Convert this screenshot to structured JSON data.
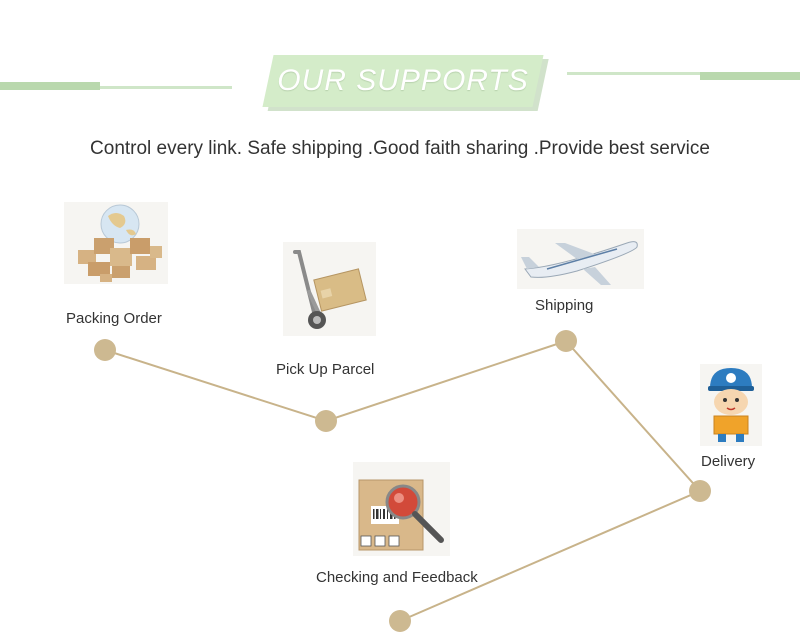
{
  "header": {
    "title": "OUR SUPPORTS",
    "tagline": "Control every link. Safe shipping .Good faith sharing .Provide best service"
  },
  "colors": {
    "accent_green": "#d4ecc9",
    "route_line": "#c8b38a",
    "node": "#cdb991"
  },
  "steps": [
    {
      "label": "Packing Order",
      "icon": "boxes-globe-icon"
    },
    {
      "label": "Pick Up Parcel",
      "icon": "hand-truck-icon"
    },
    {
      "label": "Shipping",
      "icon": "airplane-icon"
    },
    {
      "label": "Delivery",
      "icon": "courier-icon"
    },
    {
      "label": "Checking and Feedback",
      "icon": "inspection-box-icon"
    }
  ]
}
